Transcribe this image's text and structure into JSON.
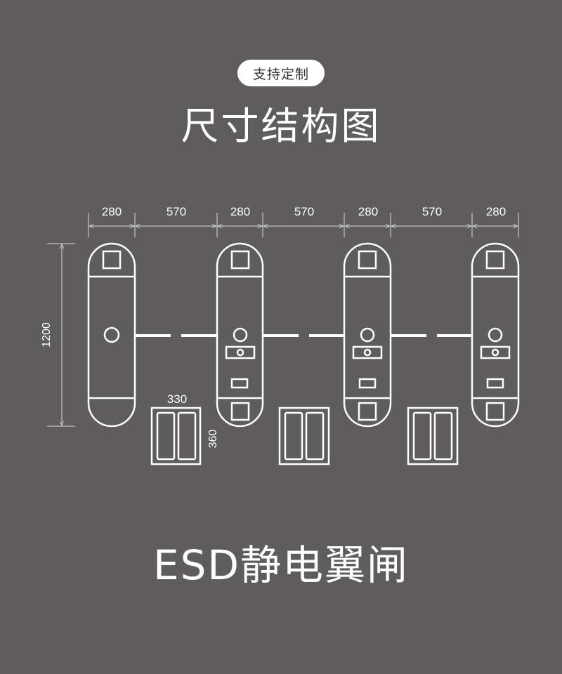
{
  "badge": "支持定制",
  "title": "尺寸结构图",
  "footer": "ESD静电翼闸",
  "dimensions": {
    "widths": [
      "280",
      "570",
      "280",
      "570",
      "280",
      "570",
      "280"
    ],
    "height": "1200",
    "mat_width": "330",
    "mat_height": "360"
  },
  "colors": {
    "background": "#5e5c5d",
    "line": "#ffffff",
    "dimension_line": "#d9d9d9"
  }
}
